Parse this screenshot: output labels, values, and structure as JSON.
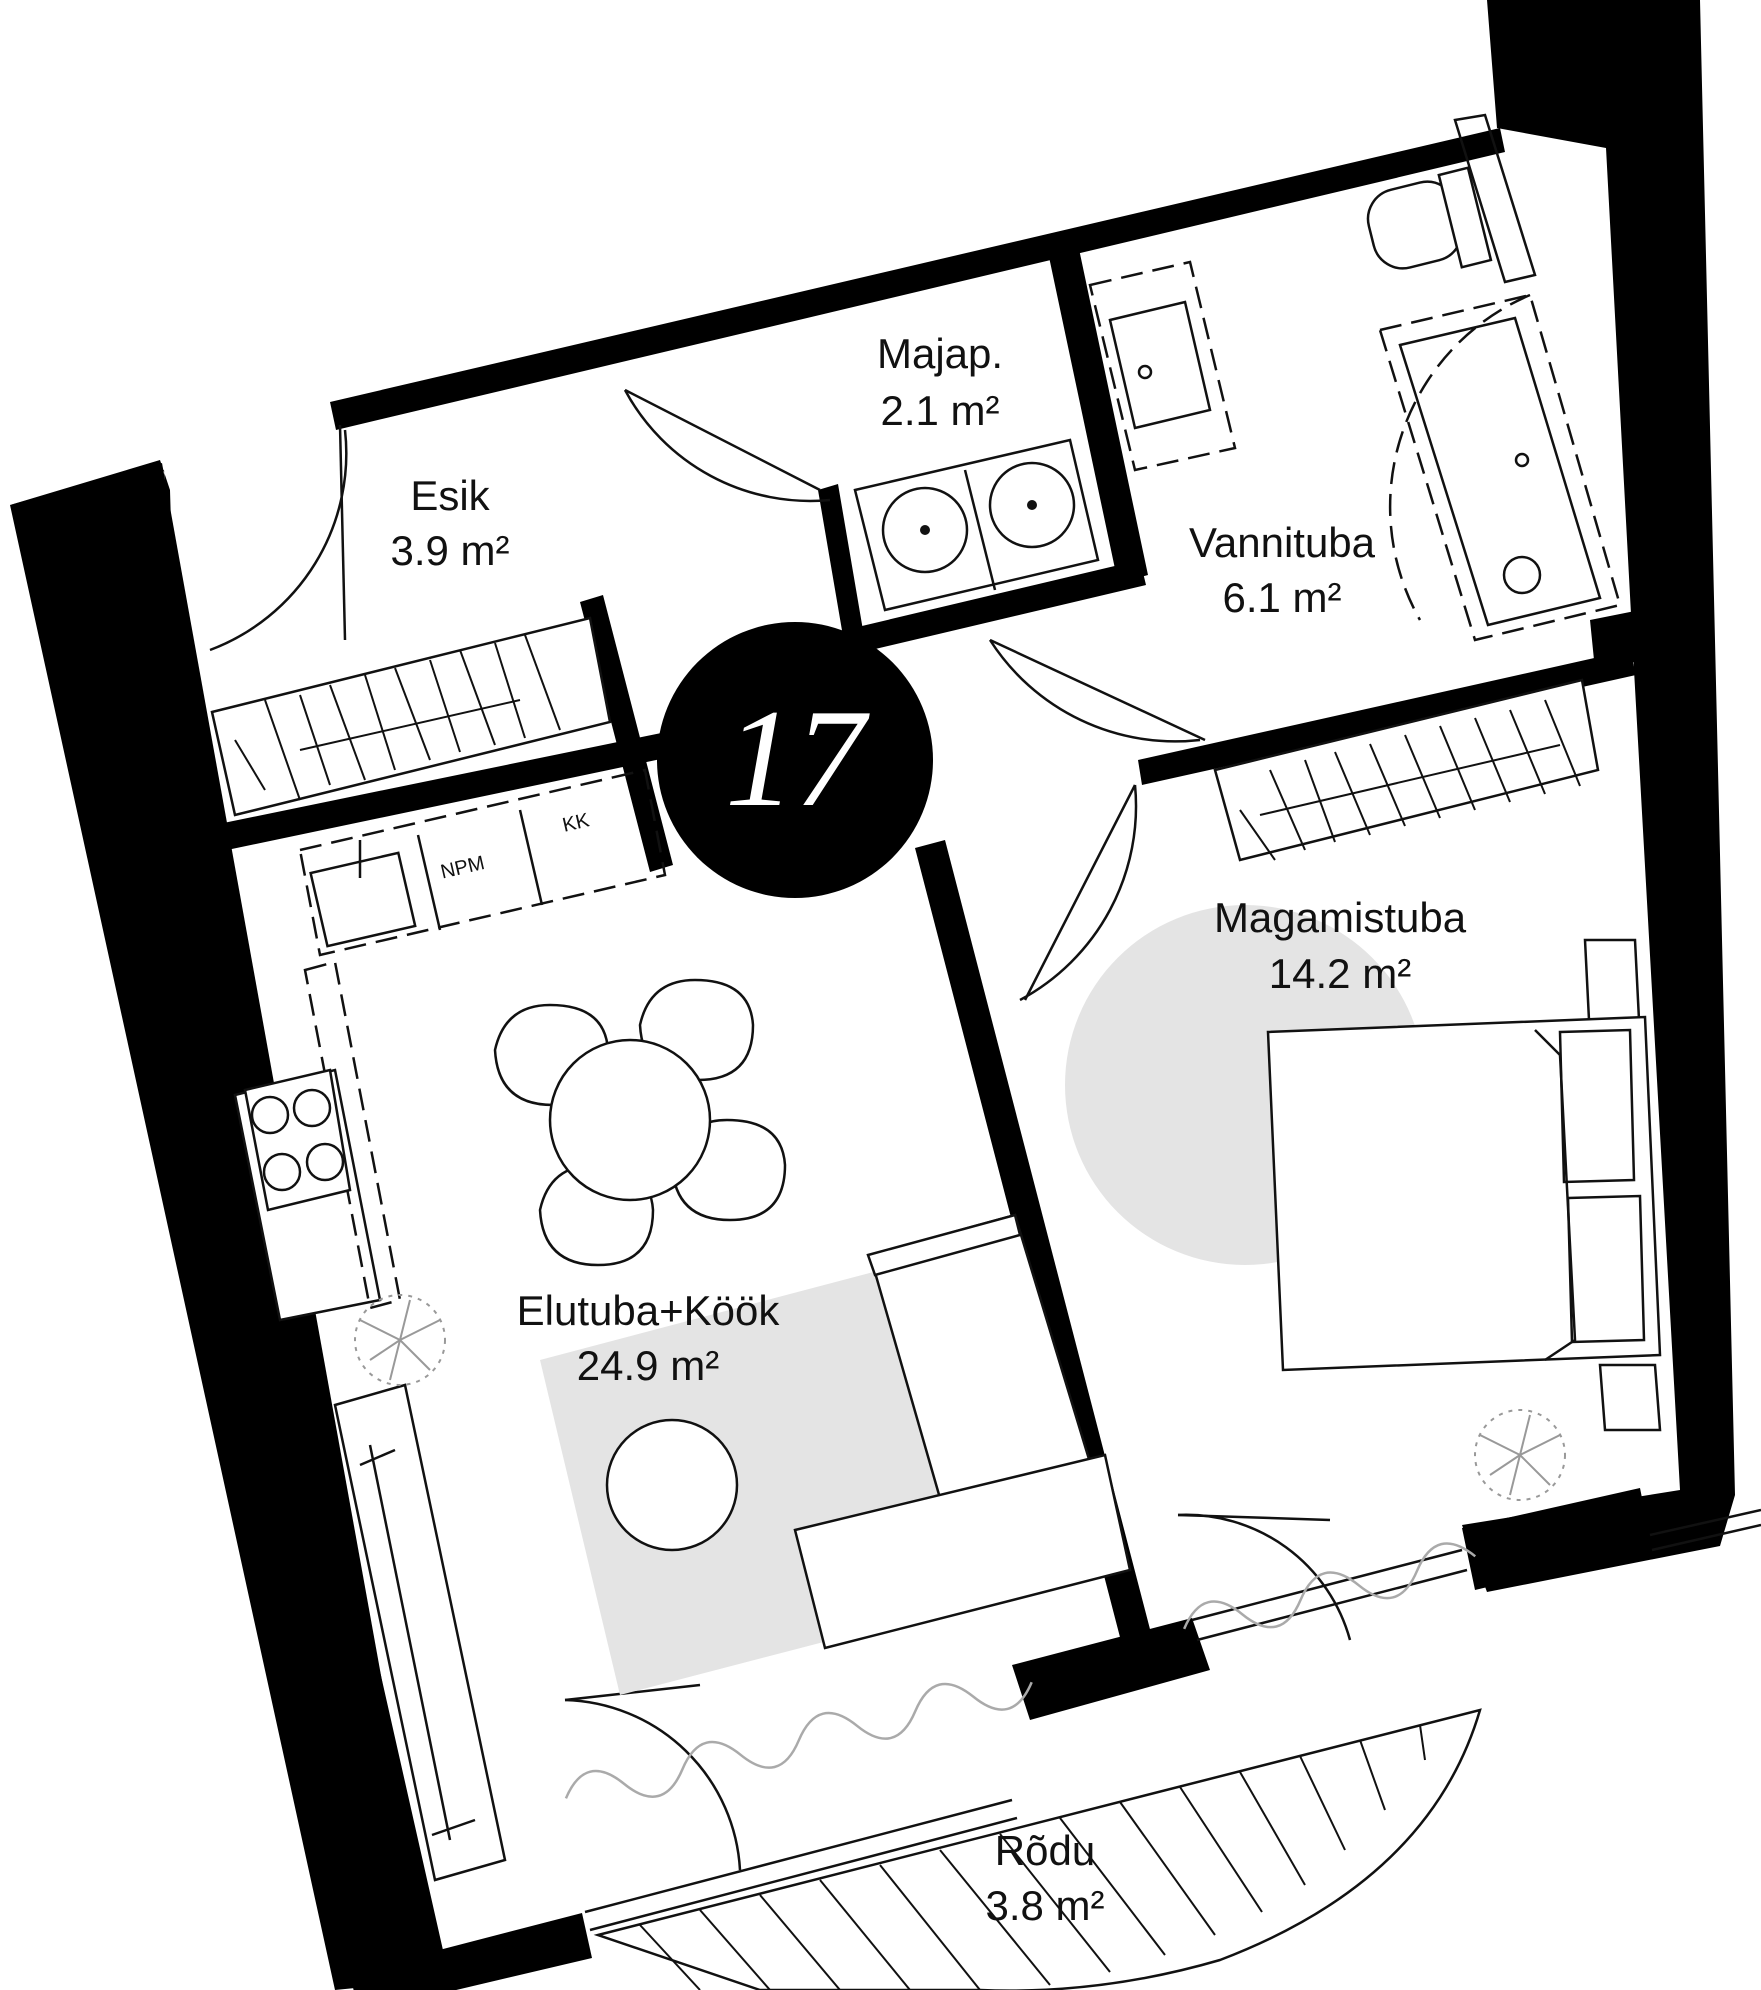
{
  "unit": {
    "number": "17"
  },
  "rooms": {
    "esik": {
      "name": "Esik",
      "area": "3.9 m²"
    },
    "majap": {
      "name": "Majap.",
      "area": "2.1 m²"
    },
    "vannituba": {
      "name": "Vannituba",
      "area": "6.1 m²"
    },
    "magamistuba": {
      "name": "Magamistuba",
      "area": "14.2 m²"
    },
    "elutuba": {
      "name": "Elutuba+Köök",
      "area": "24.9 m²"
    },
    "rodu": {
      "name": "Rõdu",
      "area": "3.8 m²"
    }
  },
  "labels": {
    "npm": "NPM",
    "kk": "KK"
  },
  "colors": {
    "wall": "#000000",
    "rug": "#e4e4e4",
    "line": "#111111",
    "background": "#ffffff"
  },
  "icons": [
    "door-swing-icon",
    "window-icon",
    "wardrobe-icon",
    "toilet-icon",
    "bathtub-icon",
    "sink-icon",
    "washer-icon",
    "dryer-icon",
    "stove-icon",
    "dining-table-icon",
    "chair-icon",
    "sofa-icon",
    "coffee-table-icon",
    "bed-icon",
    "plant-icon",
    "radiator-icon",
    "curtain-icon"
  ]
}
